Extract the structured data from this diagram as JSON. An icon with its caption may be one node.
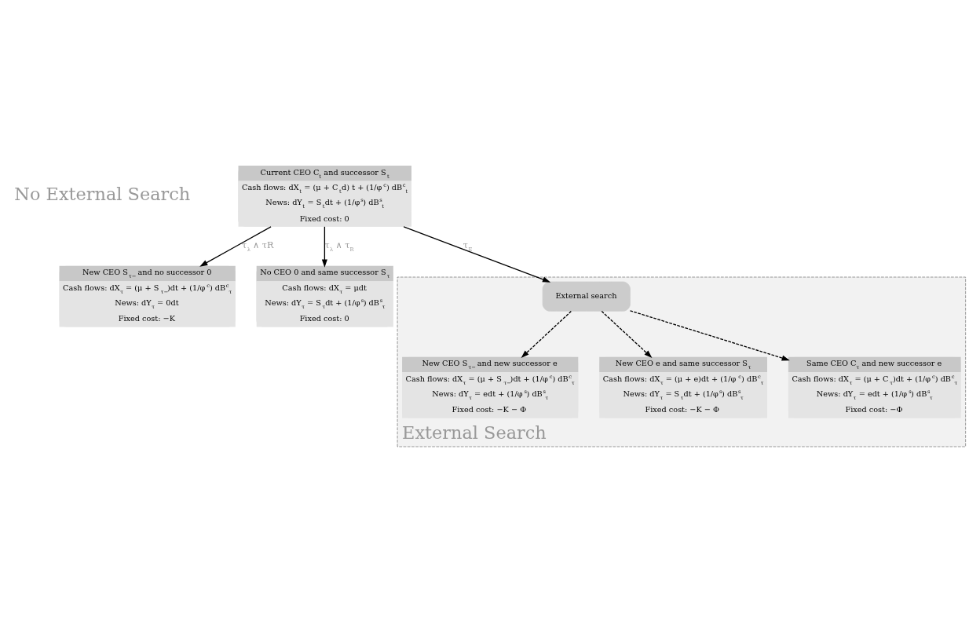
{
  "diagram": {
    "nodes": [
      {
        "text": [
          "Current CEO C$_{t}$ and successor S$_{t}$",
          "Cash flows: dX$_{t}$ = (μ + C$_{t}$d) t + (1/φ$^{c}$) dB$^{c}$$_{t}$",
          "News: dY$_{t}$ = S$_{t}$dt + (1/φ$^{s}$) dB$^{s}$$_{t}$",
          "Fixed cost: 0"
        ]
      },
      {
        "text": [
          "New CEO S$_{τ−}$ and no successor 0",
          "Cash flows: dX$_{τ}$ = (μ + S$_{τ−}$)dt + (1/φ$^{c}$) dB$^{c}$$_{τ}$",
          "News: dY$_{τ}$ = 0dt",
          "Fixed cost: −K"
        ]
      },
      {
        "text": [
          "No CEO 0 and same successor S$_{τ}$",
          "Cash flows: dX$_{τ}$ = μdt",
          "News: dY$_{τ}$ = S$_{τ}$dt + (1/φ$^{s}$) dB$^{s}$$_{τ}$",
          "Fixed cost: 0"
        ]
      },
      {
        "text": [
          "External Search"
        ]
      },
      {
        "text": [
          "External search"
        ],
        "in": 3
      },
      {
        "text": [
          "New CEO S$_{τ−}$ and new successor e",
          "Cash flows: dX$_{τ}$ = (μ + S$_{τ−}$)dt + (1/φ$^{c}$) dB$^{c}$$_{τ}$",
          "News: dY$_{τ}$ = edt + (1/φ$^{s}$) dB$^{s}$$_{τ}$",
          "Fixed cost: −K − Φ"
        ],
        "in": 3
      },
      {
        "text": [
          "New CEO e and same successor S$_{τ}$",
          "Cash flows: dX$_{τ}$ = (μ + e)dt + (1/φ$^{c}$) dB$^{c}$$_{τ}$",
          "News: dY$_{τ}$ = S$_{τ}$dt + (1/φ$^{s}$) dB$^{s}$$_{τ}$",
          "Fixed cost: −K − Φ"
        ],
        "in": 3
      },
      {
        "text": [
          "Same CEO C$_{τ}$ and new successor e",
          "Cash flows: dX$_{τ}$ = (μ + C$_{τ}$)dt + (1/φ$^{c}$) dB$^{c}$$_{τ}$",
          "News: dY$_{τ}$ = edt + (1/φ$^{s}$) dB$^{s}$$_{τ}$",
          "Fixed cost: −Φ"
        ],
        "in": 3
      }
    ],
    "edges": [
      {
        "from": 0,
        "to": 1,
        "arrow": "to",
        "label": "τ$_{λ}$ ∧ τR"
      },
      {
        "from": 0,
        "to": 2,
        "arrow": "to",
        "label": "τ$_{λ}$ ∧ τ$_{R}$"
      },
      {
        "from": 0,
        "to": 4,
        "arrow": "to",
        "label": "τ$_{E}$"
      },
      {
        "from": 4,
        "to": 5,
        "arrow": "to",
        "style": "dashed"
      },
      {
        "from": 4,
        "to": 6,
        "arrow": "to",
        "style": "dashed"
      },
      {
        "from": 4,
        "to": 7,
        "arrow": "to",
        "style": "dashed"
      }
    ],
    "labels": [
      "No External Search"
    ]
  }
}
